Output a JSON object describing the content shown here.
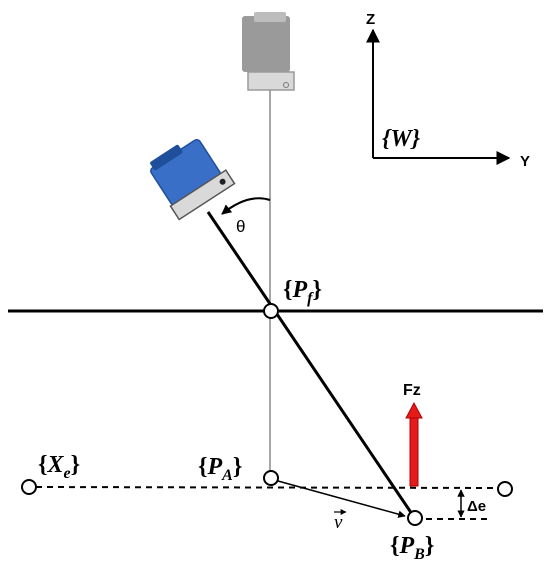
{
  "frame": {
    "label": "{W}",
    "axis_z": "Z",
    "axis_y": "Y"
  },
  "points": {
    "pf": {
      "brace_open": "{",
      "main": "P",
      "sub": "f",
      "brace_close": "}"
    },
    "pa": {
      "brace_open": "{",
      "main": "P",
      "sub": "A",
      "brace_close": "}"
    },
    "pb": {
      "brace_open": "{",
      "main": "P",
      "sub": "B",
      "brace_close": "}"
    },
    "xe": {
      "brace_open": "{",
      "main": "X",
      "sub": "e",
      "brace_close": "}"
    }
  },
  "angle_label": "θ",
  "force_label": "Fz",
  "vector_label": "v",
  "delta_label": "Δe",
  "colors": {
    "camera_active_body": "#3a6fc8",
    "camera_active_back": "#1f4f9a",
    "camera_inactive": "#9a9a9a",
    "camera_base": "#d9d9d9",
    "force_arrow": "#e41b1b",
    "force_arrow_edge": "#b00000",
    "line": "#000000",
    "plumb_line": "#8a8a8a"
  },
  "icons": {
    "camera_top": "camera-inactive-icon",
    "camera_tilted": "camera-active-icon"
  }
}
